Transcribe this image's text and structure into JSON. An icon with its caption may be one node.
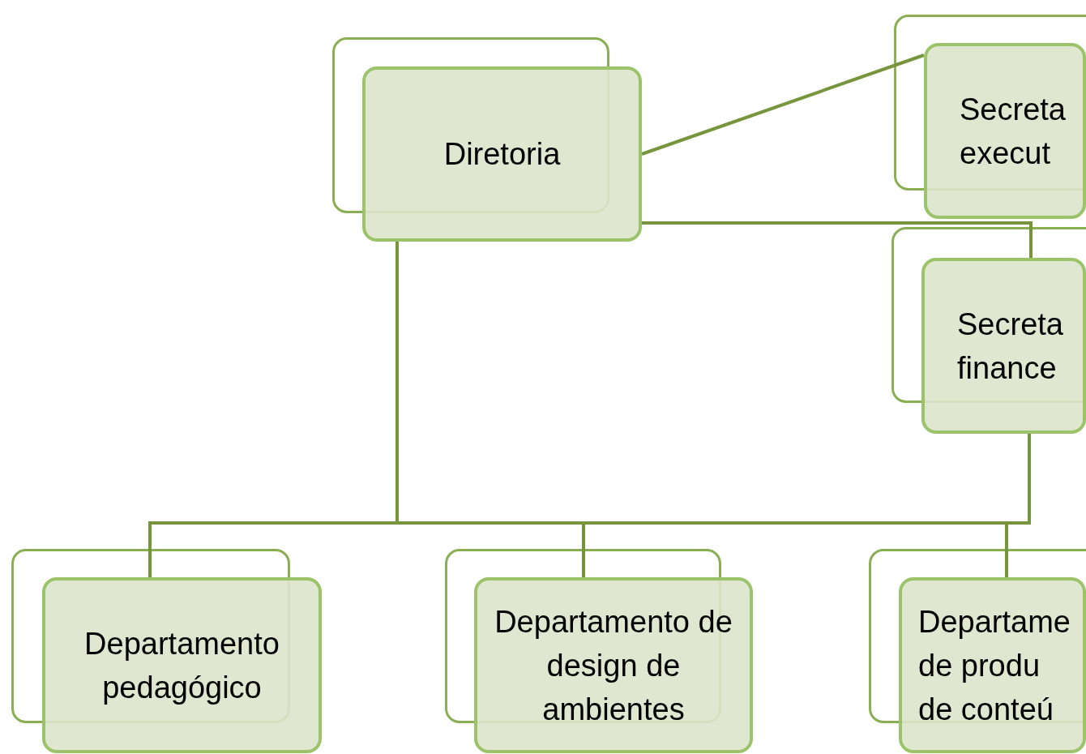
{
  "diagram": {
    "nodes": [
      {
        "text": [
          "Diretoria"
        ]
      },
      {
        "text": [
          "Secreta execut"
        ]
      },
      {
        "text": [
          "Secreta finance"
        ]
      },
      {
        "text": [
          "Departamento pedagógico"
        ]
      },
      {
        "text": [
          "Departamento de design de ambientes"
        ]
      },
      {
        "text": [
          "Departame de produ de conteú"
        ]
      }
    ],
    "edges": [
      {
        "from": 0,
        "to": 1,
        "arrow": "none"
      },
      {
        "from": 0,
        "to": 2,
        "arrow": "none"
      },
      {
        "from": 2,
        "to": 5,
        "arrow": "none"
      },
      {
        "from": 0,
        "to": 3,
        "arrow": "none"
      },
      {
        "from": 0,
        "to": 4,
        "arrow": "none"
      },
      {
        "from": 0,
        "to": 5,
        "arrow": "none"
      }
    ]
  }
}
